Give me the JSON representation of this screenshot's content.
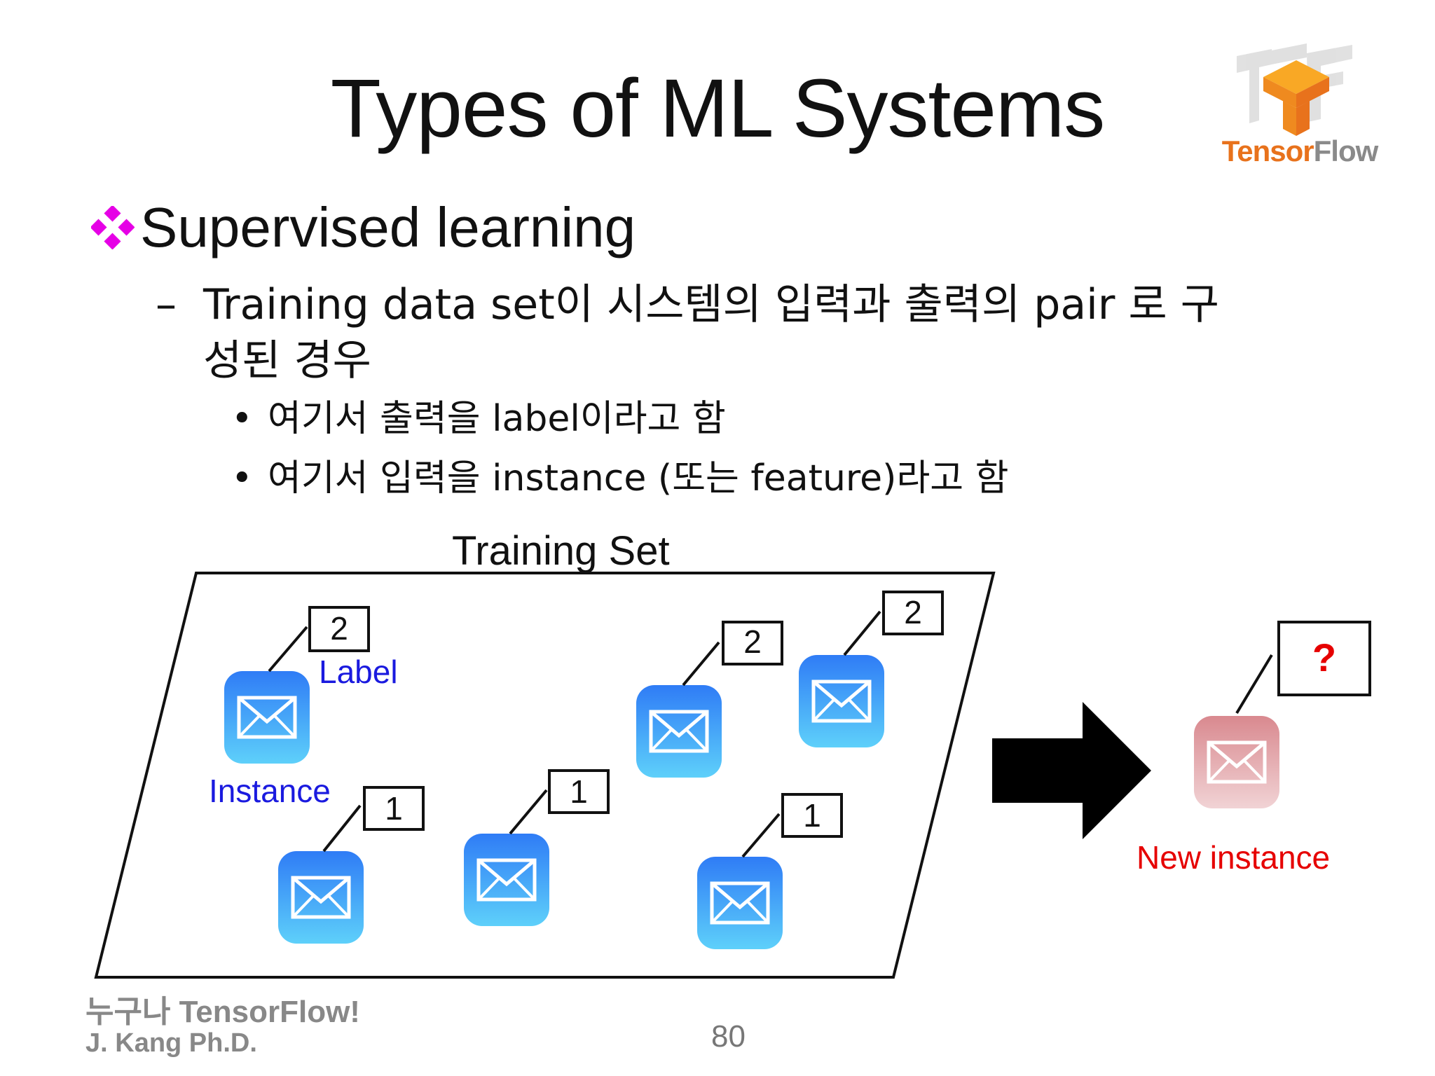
{
  "title": "Types of ML Systems",
  "logo": {
    "word_part1": "Tensor",
    "word_part2": "Flow",
    "color_orange": "#e8721c",
    "color_gray": "#8a8a8a"
  },
  "heading": "Supervised learning",
  "subpoint": {
    "dash": "–",
    "text": "Training data set이 시스템의 입력과 출력의 pair 로 구성된 경우"
  },
  "bullets": [
    "여기서 출력을 label이라고 함",
    "여기서 입력을 instance (또는 feature)라고 함"
  ],
  "diagram": {
    "training_set_title": "Training Set",
    "label_text": "Label",
    "instance_text": "Instance",
    "labels_in_set": [
      "2",
      "2",
      "2",
      "1",
      "1",
      "1"
    ],
    "unknown_label": "?",
    "new_instance_text": "New instance",
    "envelope_color_top": "#2f7cf6",
    "envelope_color_bottom": "#5ed0fa",
    "new_envelope_color": "#d9898f"
  },
  "footer": {
    "line1": "누구나 TensorFlow!",
    "line2": "J. Kang Ph.D.",
    "page": "80"
  }
}
